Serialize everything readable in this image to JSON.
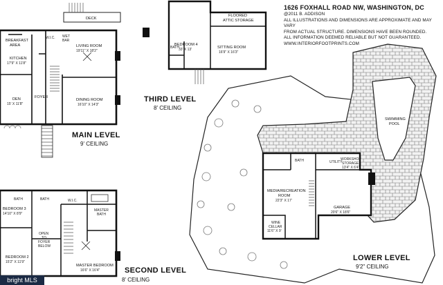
{
  "header": {
    "address": "1626 FOXHALL ROAD NW, WASHINGTON, DC",
    "copyright": "@2011 B. ADDISON",
    "disclaimer": [
      "ALL ILLUSTRATIONS AND DIMENSIONS ARE APPROXIMATE AND MAY VARY",
      "FROM ACTUAL STRUCTURE. DIMENSIONS HAVE BEEN ROUNDED.",
      "ALL INFORMATION DEEMED RELIABLE BUT NOT GUARANTEED."
    ],
    "website": "WWW.INTERIORFOOTPRINTS.COM"
  },
  "levels": {
    "main": {
      "name": "MAIN LEVEL",
      "ceiling": "9' CEILING"
    },
    "third": {
      "name": "THIRD LEVEL",
      "ceiling": "8' CEILING"
    },
    "second": {
      "name": "SECOND LEVEL",
      "ceiling": "8' CEILING"
    },
    "lower": {
      "name": "LOWER LEVEL",
      "ceiling": "9'2\" CEILING"
    }
  },
  "rooms": {
    "deck": {
      "name": "DECK"
    },
    "breakfast": {
      "name": "BREAKFAST",
      "name2": "AREA"
    },
    "kitchen": {
      "name": "KITCHEN",
      "dim": "17'9\" X 11'8\""
    },
    "den": {
      "name": "DEN",
      "dim": "15' X 11'8\""
    },
    "foyer_main": {
      "name": "FOYER"
    },
    "living": {
      "name": "LIVING ROOM",
      "dim": "19'11\" X 18'2\""
    },
    "dining": {
      "name": "DINING ROOM",
      "dim": "16'10\" X 14'3\""
    },
    "wet_bar": {
      "name": "WET",
      "name2": "BAR"
    },
    "wic_main": {
      "name": "W.I.C."
    },
    "bedroom4": {
      "name": "BEDROOM 4",
      "dim": "33' X 13'"
    },
    "bath3": {
      "name": "BATH"
    },
    "floored_attic": {
      "name": "FLOORED",
      "name2": "ATTIC STORAGE"
    },
    "sitting": {
      "name": "SITTING ROOM",
      "dim": "16'9\" X 16'3\""
    },
    "bedroom3": {
      "name": "BEDROOM 3",
      "dim": "14'10\" X 8'9\""
    },
    "bedroom2": {
      "name": "BEDROOM 2",
      "dim": "15'2\" X 11'9\""
    },
    "wic_second": {
      "name": "W.I.C."
    },
    "master_bath": {
      "name": "MASTER",
      "name2": "BATH"
    },
    "open_foyer": {
      "name": "OPEN",
      "name2": "TO",
      "name3": "FOYER",
      "name4": "BELOW"
    },
    "master_bedroom": {
      "name": "MASTER BEDROOM",
      "dim": "16'6\" X 16'4\""
    },
    "bath_second_a": {
      "name": "BATH"
    },
    "bath_second_b": {
      "name": "BATH"
    },
    "swimming_pool": {
      "name": "SWIMMING",
      "name2": "POOL"
    },
    "bath_lower": {
      "name": "BATH"
    },
    "utility": {
      "name": "UTILITY"
    },
    "workshop": {
      "name": "WORKSHOP",
      "name2": "STORAGE",
      "dim": "13'4\" X 6'4\""
    },
    "media": {
      "name": "MEDIA/RECREATION",
      "name2": "ROOM",
      "dim": "22'3\" X 17'"
    },
    "garage": {
      "name": "GARAGE",
      "dim": "20'6\" X 18'6\""
    },
    "wine": {
      "name": "WINE",
      "name2": "CELLAR",
      "dim": "11'6\" X 9'"
    }
  },
  "watermark": "bright MLS"
}
